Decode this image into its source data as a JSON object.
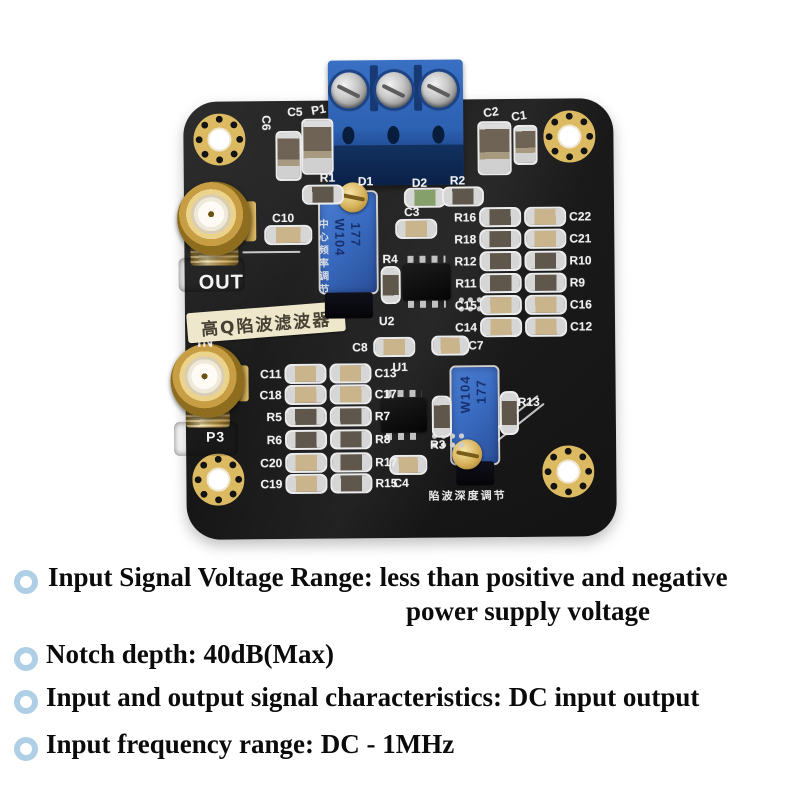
{
  "specs": {
    "items": [
      {
        "text": "Input Signal Voltage Range: less than positive and negative",
        "text2": "power supply voltage"
      },
      {
        "text": "Notch depth: 40dB(Max)"
      },
      {
        "text": "Input and output signal characteristics: DC input output"
      },
      {
        "text": "Input frequency range: DC - 1MHz"
      }
    ]
  },
  "board": {
    "port_out_label": "OUT",
    "port_in_label": "IN",
    "port_p3_label": "P3",
    "sticker_text": "高Q陷波滤波器",
    "adjust_vertical_text": "中心频率调节",
    "adjust_bottom_text": "陷波深度调节",
    "pot1": {
      "line1": "W104",
      "line2": "177"
    },
    "pot2": {
      "line1": "W104",
      "line2": "177"
    },
    "labels": {
      "p1": "P1",
      "c6": "C6",
      "c5": "C5",
      "c2": "C2",
      "c1": "C1",
      "r1": "R1",
      "d1": "D1",
      "d2": "D2",
      "r2": "R2",
      "c10": "C10",
      "c3": "C3",
      "r4": "R4",
      "u2": "U2",
      "c8": "C8",
      "c7": "C7",
      "u1": "U1",
      "r3": "R3",
      "c4": "C4",
      "r13": "R13"
    },
    "block_right": {
      "rows": [
        [
          "R16",
          "C22"
        ],
        [
          "R18",
          "C21"
        ],
        [
          "R12",
          "R10"
        ],
        [
          "R11",
          "R9"
        ],
        [
          "C15",
          "C16"
        ],
        [
          "C14",
          "C12"
        ]
      ]
    },
    "block_left": {
      "rows": [
        [
          "C11",
          "C13"
        ],
        [
          "C18",
          "C17"
        ],
        [
          "R5",
          "R7"
        ],
        [
          "R6",
          "R8"
        ],
        [
          "C20",
          "R17"
        ],
        [
          "C19",
          "R15"
        ]
      ]
    }
  },
  "colors": {
    "bullet_ring": "#aecfe5",
    "pcb_black": "#1a1a1a",
    "terminal_blue": "#2d61b2",
    "trimmer_blue": "#3a6cc2",
    "gold": "#d7b159"
  }
}
